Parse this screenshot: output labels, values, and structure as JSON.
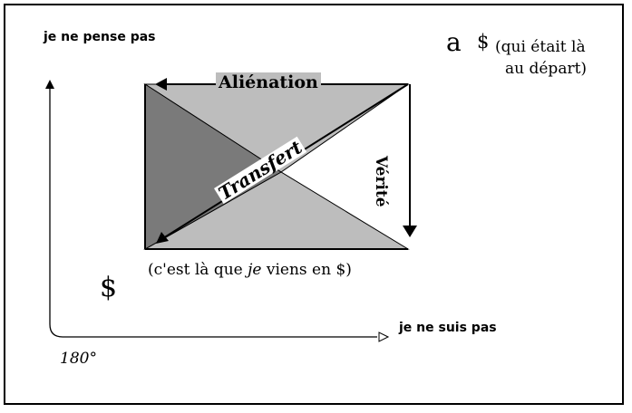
{
  "labels": {
    "top_left": "je ne pense pas",
    "bottom_right": "je ne suis pas",
    "angle": "180°",
    "alienation": "Aliénation",
    "verite": "Vérité",
    "transfert": "Transfert",
    "a_letter": "a",
    "barred_s": "$",
    "qui_line1": "(qui était là",
    "qui_line2": "au départ)",
    "cest_pre": "(c'est là que ",
    "cest_je": "je",
    "cest_post": " viens en ",
    "cest_end": ")"
  },
  "colors": {
    "light_gray": "#bdbdbd",
    "dark_gray": "#7a7a7a",
    "line": "#000000"
  }
}
